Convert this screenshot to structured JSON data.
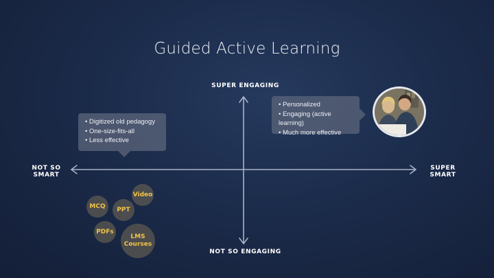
{
  "title": "Guided Active Learning",
  "axes": {
    "top": "SUPER ENGAGING",
    "bottom": "NOT SO ENGAGING",
    "left": "NOT SO SMART",
    "right": "SUPER SMART"
  },
  "callout_left": {
    "items": [
      "Digitized old pedagogy",
      "One-size-fits-all",
      "Less effective"
    ]
  },
  "callout_right": {
    "items": [
      "Personalized",
      "Engaging (active learning)",
      "Much more effective"
    ]
  },
  "bubbles": {
    "mcq": "MCQ",
    "ppt": "PPT",
    "video": "Video",
    "pdfs": "PDFs",
    "lms_line1": "LMS",
    "lms_line2": "Courses"
  },
  "colors": {
    "axis": "#aab4c8",
    "bubble_text": "#f0c34a",
    "callout_bg": "#555f76"
  }
}
